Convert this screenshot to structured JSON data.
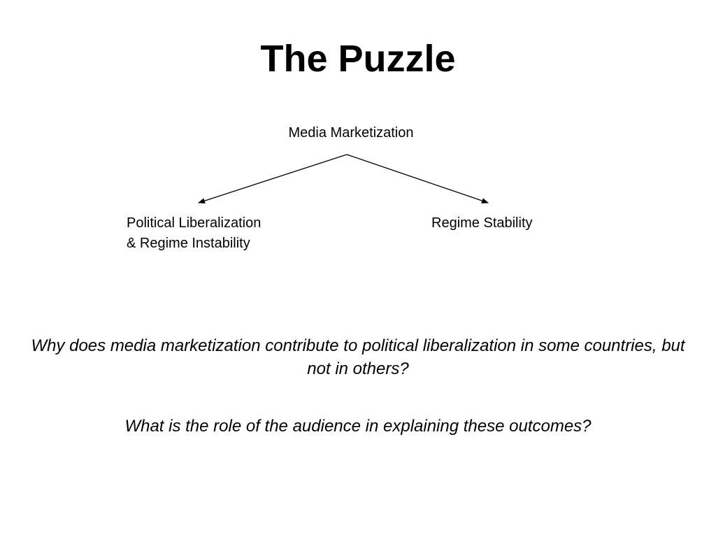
{
  "slide": {
    "title": "The Puzzle"
  },
  "diagram": {
    "root": "Media Marketization",
    "left_outcome": "Political Liberalization\n& Regime Instability",
    "right_outcome": "Regime Stability"
  },
  "questions": [
    "Why does media marketization contribute to political liberalization in some countries, but not in others?",
    "What is the role of the audience in explaining these outcomes?"
  ]
}
